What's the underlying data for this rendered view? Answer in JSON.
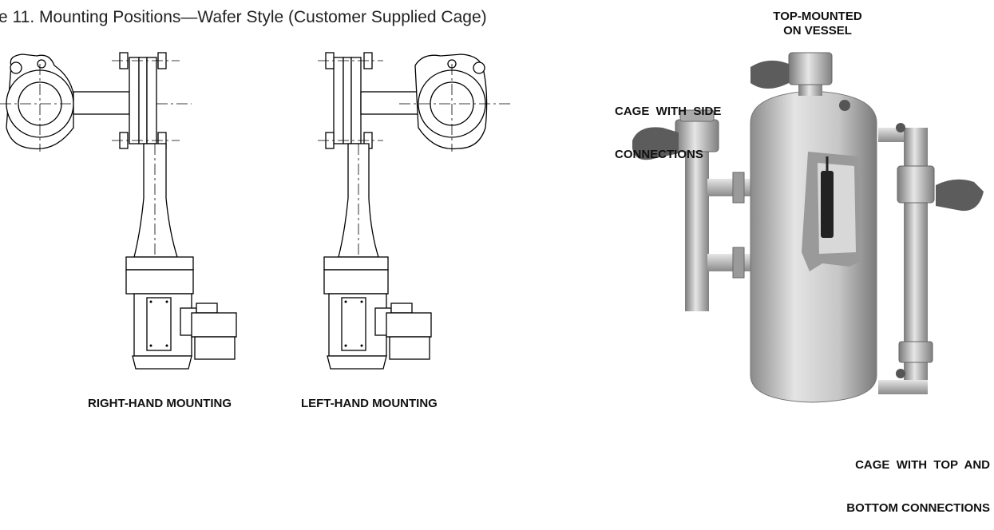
{
  "figure": {
    "title": "e 11. Mounting Positions—Wafer Style (Customer Supplied Cage)"
  },
  "labels": {
    "right_hand": "RIGHT-HAND MOUNTING",
    "left_hand": "LEFT-HAND MOUNTING",
    "top_mounted_line1": "TOP-MOUNTED",
    "top_mounted_line2": "ON VESSEL",
    "side_cage_line1": "CAGE  WITH  SIDE",
    "side_cage_line2": "CONNECTIONS",
    "tb_cage_line1": "CAGE  WITH  TOP  AND",
    "tb_cage_line2": "BOTTOM CONNECTIONS"
  }
}
